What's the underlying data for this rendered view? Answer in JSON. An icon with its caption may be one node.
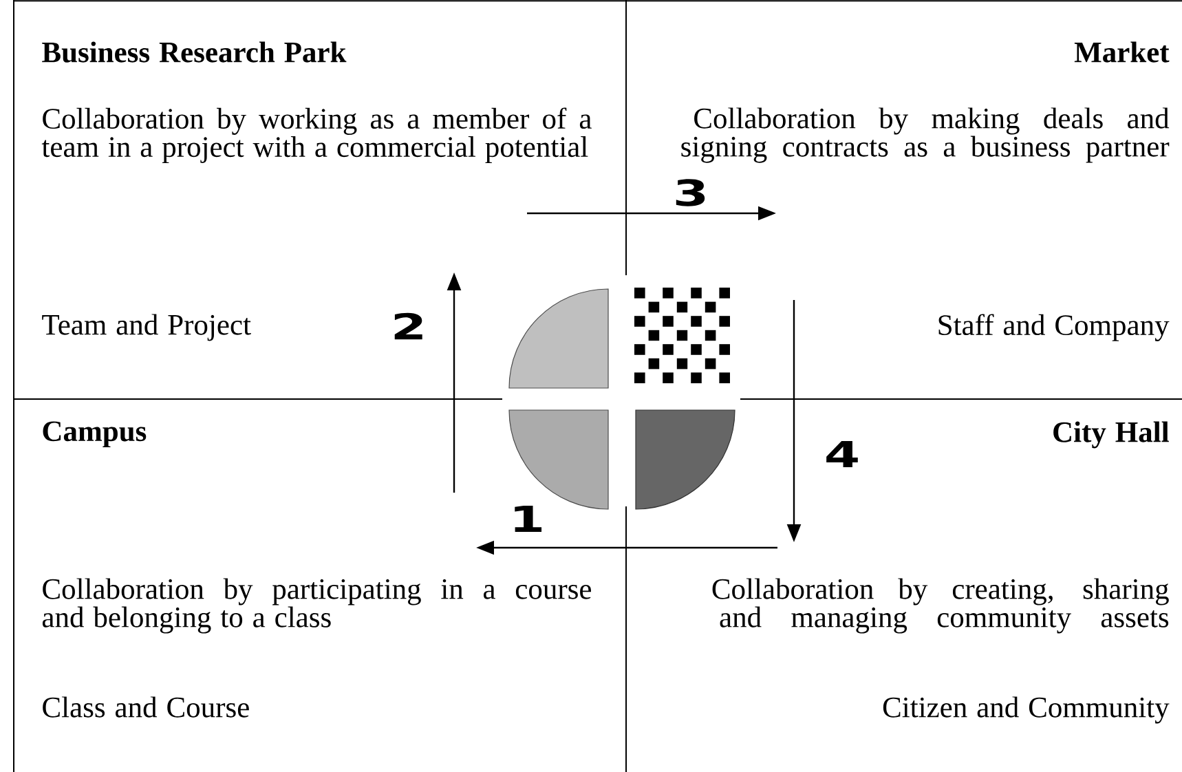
{
  "diagram": {
    "nodes": [
      {
        "text": [
          "Business Research Park",
          "Collaboration by working as a member of a team in a project with a commercial potential",
          "Team and Project"
        ]
      },
      {
        "text": [
          "Market",
          "Collaboration by making deals and signing contracts as a business partner",
          "Staff and Company"
        ]
      },
      {
        "text": [
          "Campus",
          "Collaboration by participating in a course and belonging to a class",
          "Class and Course"
        ]
      },
      {
        "text": [
          "City Hall",
          "Collaboration by creating, sharing and managing community assets",
          "Citizen and Community"
        ]
      }
    ],
    "edges": [
      {
        "from": 3,
        "to": 2,
        "arrow": "to",
        "label": "1"
      },
      {
        "from": 2,
        "to": 0,
        "arrow": "to",
        "label": "2"
      },
      {
        "from": 0,
        "to": 1,
        "arrow": "to",
        "label": "3"
      },
      {
        "from": 1,
        "to": 3,
        "arrow": "to",
        "label": "4"
      }
    ]
  }
}
